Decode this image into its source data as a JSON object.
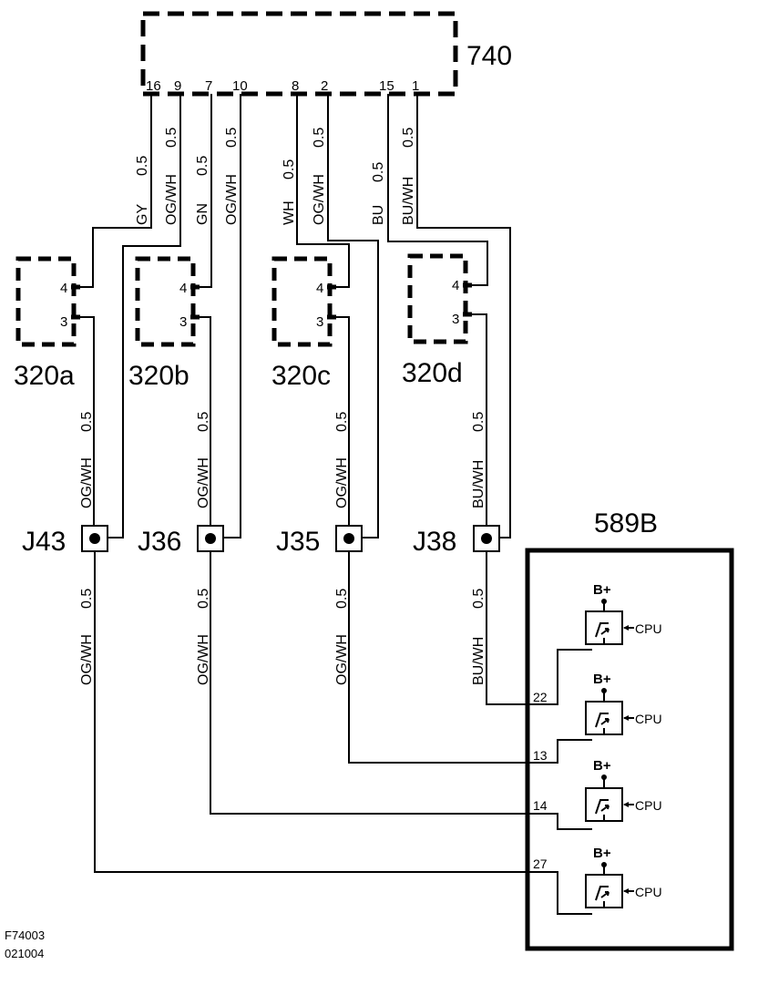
{
  "connector_740": {
    "label": "740",
    "pins": [
      "16",
      "9",
      "7",
      "10",
      "8",
      "2",
      "15",
      "1"
    ]
  },
  "wire_labels_top": [
    {
      "color": "GY",
      "size": "0.5"
    },
    {
      "color": "OG/WH",
      "size": "0.5"
    },
    {
      "color": "GN",
      "size": "0.5"
    },
    {
      "color": "OG/WH",
      "size": "0.5"
    },
    {
      "color": "WH",
      "size": "0.5"
    },
    {
      "color": "OG/WH",
      "size": "0.5"
    },
    {
      "color": "BU",
      "size": "0.5"
    },
    {
      "color": "BU/WH",
      "size": "0.5"
    }
  ],
  "sensors": [
    {
      "label": "320a",
      "pin_upper": "4",
      "pin_lower": "3"
    },
    {
      "label": "320b",
      "pin_upper": "4",
      "pin_lower": "3"
    },
    {
      "label": "320c",
      "pin_upper": "4",
      "pin_lower": "3"
    },
    {
      "label": "320d",
      "pin_upper": "4",
      "pin_lower": "3"
    }
  ],
  "wire_labels_mid": [
    {
      "color": "OG/WH",
      "size": "0.5"
    },
    {
      "color": "OG/WH",
      "size": "0.5"
    },
    {
      "color": "OG/WH",
      "size": "0.5"
    },
    {
      "color": "BU/WH",
      "size": "0.5"
    }
  ],
  "junctions": [
    "J43",
    "J36",
    "J35",
    "J38"
  ],
  "wire_labels_low": [
    {
      "color": "OG/WH",
      "size": "0.5"
    },
    {
      "color": "OG/WH",
      "size": "0.5"
    },
    {
      "color": "OG/WH",
      "size": "0.5"
    },
    {
      "color": "BU/WH",
      "size": "0.5"
    }
  ],
  "module_589B": {
    "label": "589B",
    "channels": [
      {
        "pin": "22",
        "supply": "B+",
        "input": "CPU"
      },
      {
        "pin": "13",
        "supply": "B+",
        "input": "CPU"
      },
      {
        "pin": "14",
        "supply": "B+",
        "input": "CPU"
      },
      {
        "pin": "27",
        "supply": "B+",
        "input": "CPU"
      }
    ]
  },
  "footer": {
    "figure_id": "F74003",
    "date_code": "021004"
  }
}
